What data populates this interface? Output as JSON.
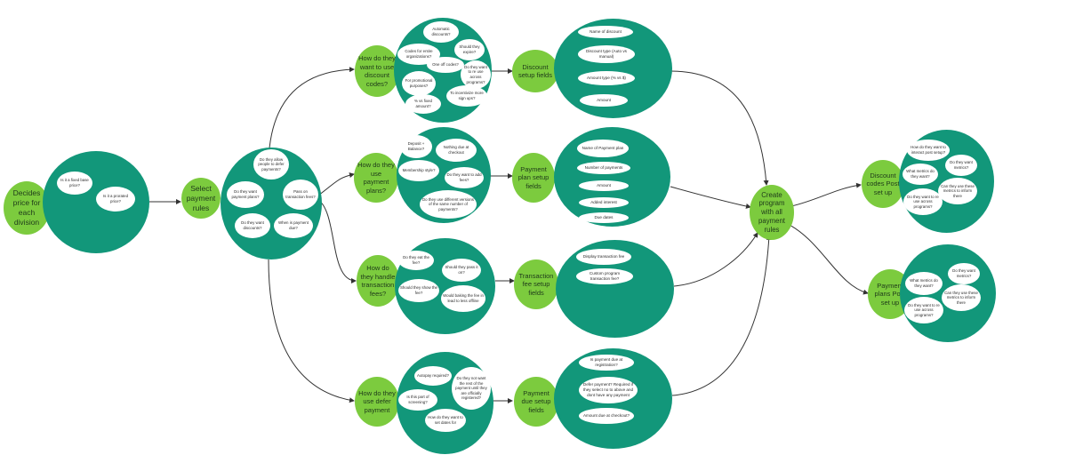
{
  "colors": {
    "green_node": "#7ccb3e",
    "teal_cluster": "#12977a",
    "bubble": "#ffffff",
    "edge": "#333333"
  },
  "nodes": {
    "decides_price": "Decides price for each division",
    "select_payment": "Select payment rules",
    "discount_q": "How do they want to use discount codes?",
    "payment_plans_q": "How do they use payment plans?",
    "transaction_q": "How do they handle transaction fees?",
    "defer_q": "How do they use defer payment",
    "discount_fields": "Discount setup fields",
    "plan_fields": "Payment plan setup fields",
    "fee_fields": "Transaction fee setup fields",
    "due_fields": "Payment due setup fields",
    "create_program": "Create program with all payment rules",
    "discount_post": "Discount codes Post set up",
    "plans_post": "Payment plans Post set up"
  },
  "clusters": {
    "price": {
      "q1": "Is it a fixed base price?",
      "q2": "Is it a prorated price?"
    },
    "rules": {
      "q1": "Do they allow people to defer payments?",
      "q2": "Do they want payment plans?",
      "q3": "Pass on transaction fees?",
      "q4": "Do they want discounts?",
      "q5": "When is payment due?"
    },
    "discount": {
      "q1": "Automatic discounts?",
      "q2": "Should they expire?",
      "q3": "Codes for entire organizations?",
      "q4": "One off codes?",
      "q5": "Do they want to re use across programs?",
      "q6": "For promotional purposes?",
      "q7": "% vs fixed amount?",
      "q8": "To incentivize more sign ups?"
    },
    "discount_fields": {
      "f1": "Name of discount",
      "f2": "Discount type (Auto vs manual)",
      "f3": "Amount type (% vs $)",
      "f4": "Amount"
    },
    "plans": {
      "q1": "Deposit + Balance?",
      "q2": "Nothing due at checkout",
      "q3": "Membership style?",
      "q4": "Do they want to add fees?",
      "q5": "Do they use different versions of the same number of payments?"
    },
    "plan_fields": {
      "f1": "Name of Payment plan",
      "f2": "Number of payments",
      "f3": "Amount",
      "f4": "Added interest",
      "f5": "Due dates"
    },
    "fees": {
      "q1": "Do they eat the fee?",
      "q2": "Should they pass it on?",
      "q3": "Should they show the fee?",
      "q4": "Would baking the fee in lead to less offline"
    },
    "fee_fields": {
      "f1": "Display transaction fee",
      "f2": "Custom program transaction fee?"
    },
    "defer": {
      "q1": "Autopay required?",
      "q2": "Do they not want the rest of the payment until they are officially registered?",
      "q3": "Is this part of screening?",
      "q4": "How do they want to set dates for"
    },
    "due_fields": {
      "f1": "Is payment due at registration?",
      "f2": "Defer payment? Required if they select no to above and dont have any payment",
      "f3": "Amount due at checkout?"
    },
    "post_discount": {
      "q1": "How do they want to interact post setup?",
      "q2": "What metrics do they want?",
      "q3": "Do they want metrics?",
      "q4": "Can they use these metrics to inform there",
      "q5": "Do they want to re use across programs?"
    },
    "post_plans": {
      "q1": "What metrics do they want?",
      "q2": "Do they want metrics?",
      "q3": "Can they use these metrics to inform there",
      "q4": "Do they want to re use across programs?"
    }
  }
}
